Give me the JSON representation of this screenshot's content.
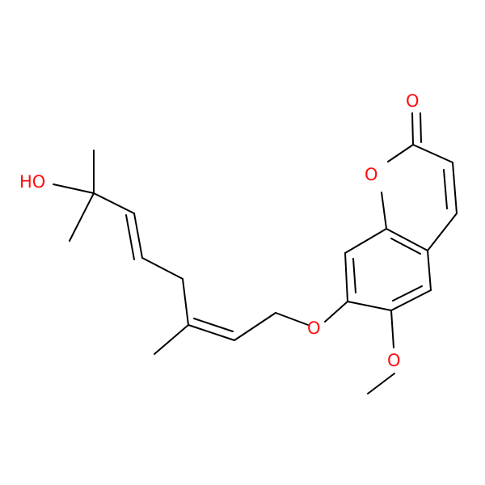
{
  "molecule": {
    "atoms": {
      "carbonyl_oxygen": "O",
      "ring_oxygen": "O",
      "ether_oxygen": "O",
      "methoxy_oxygen": "O",
      "hydroxyl": "HO"
    },
    "colors": {
      "bond": "#000000",
      "heteroatom": "#ff0d0d",
      "background": "#ffffff"
    }
  }
}
